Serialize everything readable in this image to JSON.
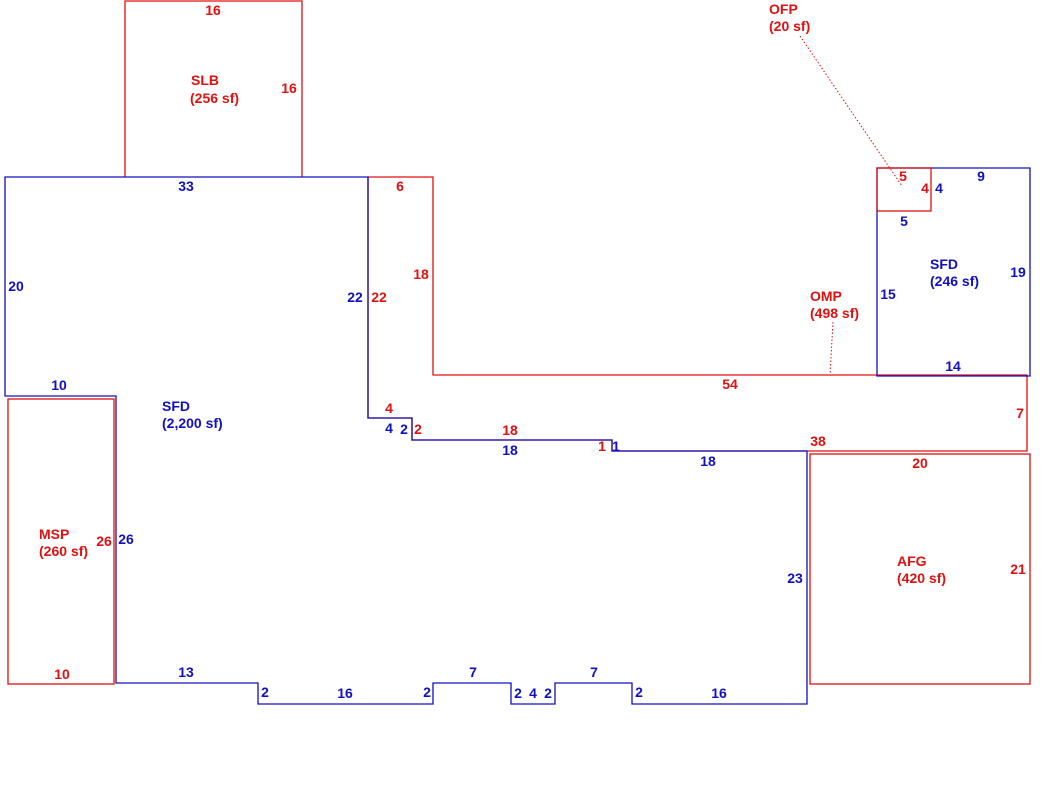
{
  "colors": {
    "living": "#1010c0",
    "addition": "#e01010",
    "leader": "#e01010",
    "background": "#ffffff"
  },
  "areas": [
    {
      "key": "slb",
      "code": "SLB",
      "area": "(256 sf)",
      "color": "addition"
    },
    {
      "key": "sfd_main",
      "code": "SFD",
      "area": "(2,200 sf)",
      "color": "living"
    },
    {
      "key": "sfd_small",
      "code": "SFD",
      "area": "(246 sf)",
      "color": "living"
    },
    {
      "key": "ofp",
      "code": "OFP",
      "area": "(20 sf)",
      "color": "addition"
    },
    {
      "key": "omp",
      "code": "OMP",
      "area": "(498 sf)",
      "color": "addition"
    },
    {
      "key": "msp",
      "code": "MSP",
      "area": "(260 sf)",
      "color": "addition"
    },
    {
      "key": "afg",
      "code": "AFG",
      "area": "(420 sf)",
      "color": "addition"
    }
  ],
  "dimensions": {
    "slb": [
      "16",
      "16"
    ],
    "sfd_main": [
      "33",
      "20",
      "10",
      "22",
      "4",
      "2",
      "18",
      "1",
      "18",
      "23",
      "16",
      "2",
      "7",
      "2",
      "4",
      "2",
      "7",
      "2",
      "16",
      "2",
      "13",
      "26"
    ],
    "omp": [
      "6",
      "18",
      "22",
      "4",
      "2",
      "18",
      "1",
      "54",
      "7",
      "38"
    ],
    "sfd_small": [
      "9",
      "4",
      "5",
      "15",
      "19",
      "14"
    ],
    "ofp": [
      "5",
      "4"
    ],
    "msp": [
      "26",
      "10"
    ],
    "afg": [
      "20",
      "21"
    ]
  }
}
